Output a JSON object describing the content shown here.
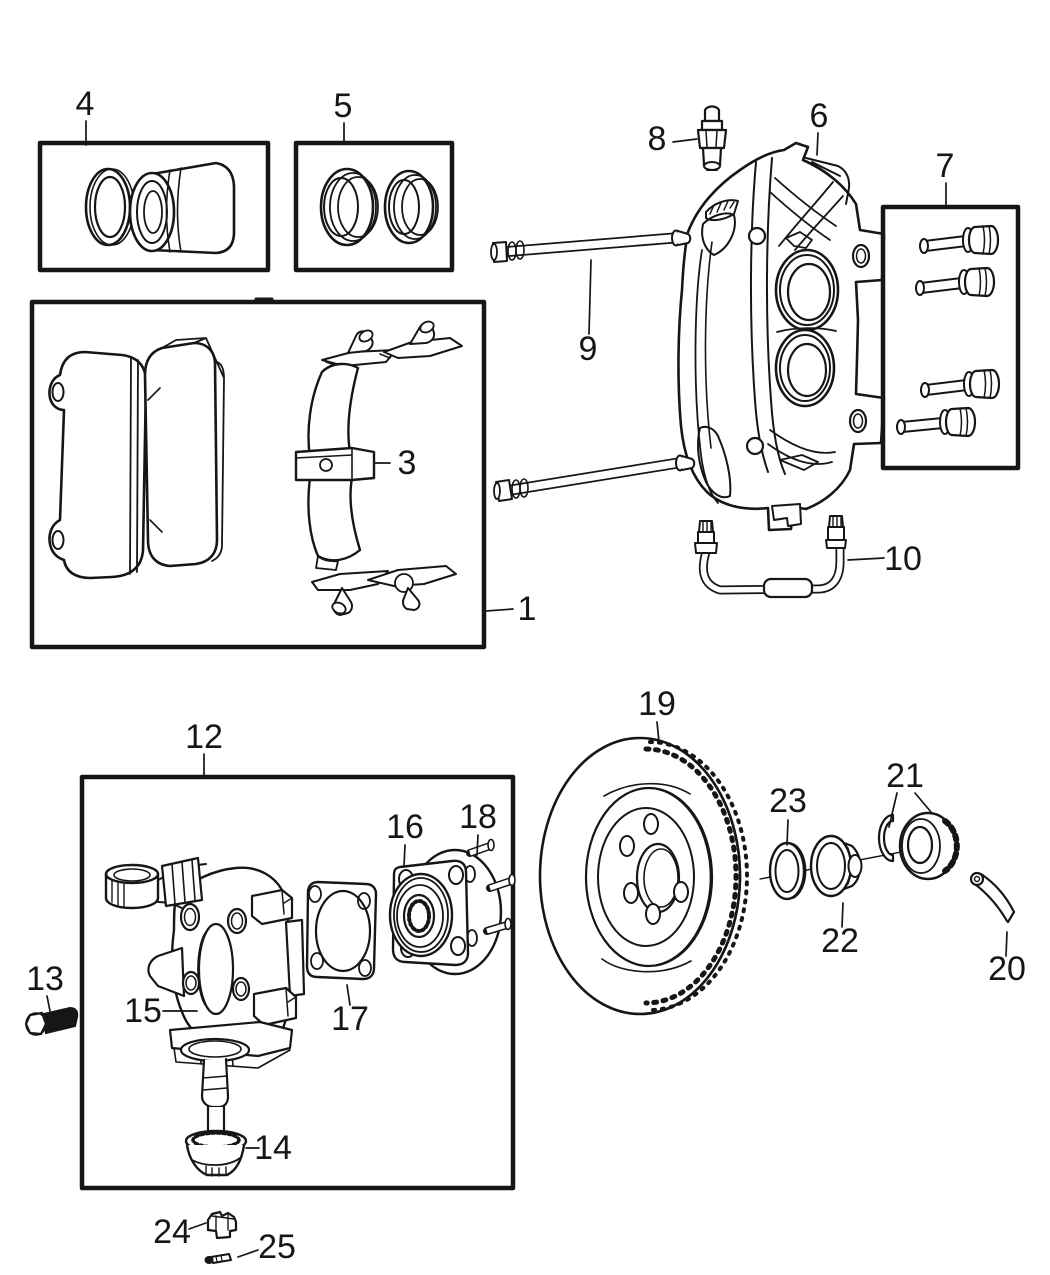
{
  "diagram_type": "exploded-parts-diagram",
  "colors": {
    "line": "#161616",
    "background": "#ffffff"
  },
  "callouts": {
    "c1": "1",
    "c3": "3",
    "c4": "4",
    "c5": "5",
    "c6": "6",
    "c7": "7",
    "c8": "8",
    "c9": "9",
    "c10": "10",
    "c12": "12",
    "c13": "13",
    "c14": "14",
    "c15": "15",
    "c16": "16",
    "c17": "17",
    "c18": "18",
    "c19": "19",
    "c20": "20",
    "c21": "21",
    "c22": "22",
    "c23": "23",
    "c24": "24",
    "c25": "25"
  }
}
